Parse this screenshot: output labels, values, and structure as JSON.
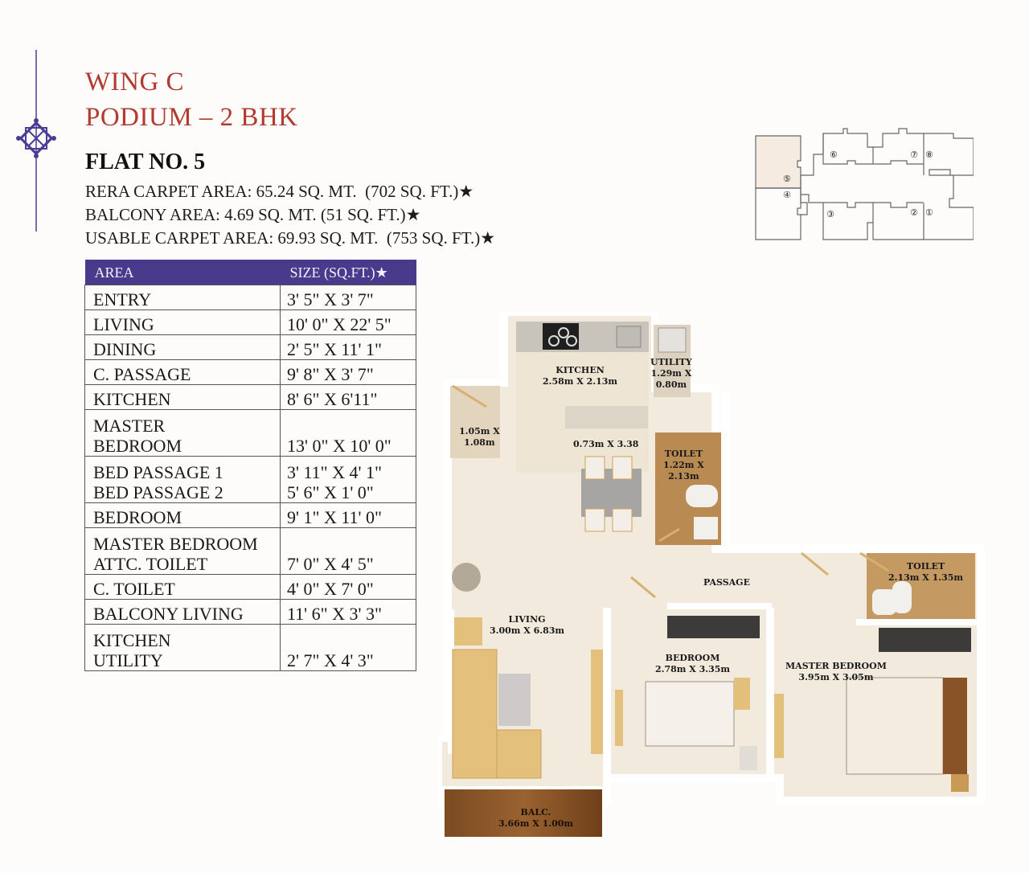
{
  "header": {
    "wing": "WING C",
    "type": "PODIUM – 2 BHK",
    "flat_no": "FLAT NO. 5",
    "areas": [
      "RERA CARPET AREA: 65.24 SQ. MT.  (702 SQ. FT.)★",
      "BALCONY AREA: 4.69 SQ. MT. (51 SQ. FT.)★",
      "USABLE CARPET AREA: 69.93 SQ. MT.  (753 SQ. FT.)★"
    ]
  },
  "colors": {
    "title": "#b23a2e",
    "table_header_bg": "#4a3a8c",
    "ornament": "#4b3d96",
    "highlighted_flat": "#f6ebe0"
  },
  "table": {
    "headers": [
      "AREA",
      "SIZE (SQ.FT.)★"
    ],
    "rows": [
      {
        "area": "ENTRY",
        "size": "3' 5\" X 3' 7\""
      },
      {
        "area": "LIVING",
        "size": "10' 0\" X 22' 5\""
      },
      {
        "area": "DINING",
        "size": "2' 5\" X 11' 1\""
      },
      {
        "area": "C. PASSAGE",
        "size": "9' 8\" X 3' 7\""
      },
      {
        "area": "KITCHEN",
        "size": "8' 6\" X 6'11\""
      },
      {
        "area": "MASTER\nBEDROOM",
        "size": "13' 0\" X 10' 0\""
      },
      {
        "area": "BED PASSAGE 1\nBED PASSAGE 2",
        "size": "3' 11\" X 4' 1\"\n5' 6\" X 1' 0\""
      },
      {
        "area": "BEDROOM",
        "size": "9' 1\" X 11' 0\""
      },
      {
        "area": "MASTER BEDROOM\nATTC. TOILET",
        "size": "7' 0\" X 4' 5\""
      },
      {
        "area": "C. TOILET",
        "size": "4' 0\" X 7' 0\""
      },
      {
        "area": "BALCONY LIVING",
        "size": "11' 6\" X 3' 3\""
      },
      {
        "area": "KITCHEN\nUTILITY",
        "size": "2' 7\" X 4' 3\""
      }
    ]
  },
  "key_plan": {
    "flats": [
      "⑥",
      "⑦",
      "⑧",
      "⑤",
      "④",
      "③",
      "②",
      "①"
    ],
    "highlighted": "⑤"
  },
  "floor_plan": {
    "rooms": [
      {
        "name": "KITCHEN",
        "size": "2.58m X 2.13m"
      },
      {
        "name": "UTILITY",
        "size": "1.29m X\n0.80m"
      },
      {
        "name": "",
        "size": "1.05m X\n1.08m"
      },
      {
        "name": "",
        "size": "0.73m X 3.38"
      },
      {
        "name": "TOILET",
        "size": "1.22m X\n2.13m"
      },
      {
        "name": "PASSAGE",
        "size": ""
      },
      {
        "name": "TOILET",
        "size": "2.13m X 1.35m"
      },
      {
        "name": "LIVING",
        "size": "3.00m X 6.83m"
      },
      {
        "name": "BEDROOM",
        "size": "2.78m X 3.35m"
      },
      {
        "name": "MASTER BEDROOM",
        "size": "3.95m X 3.05m"
      },
      {
        "name": "BALC.",
        "size": "3.66m X 1.00m"
      }
    ]
  }
}
